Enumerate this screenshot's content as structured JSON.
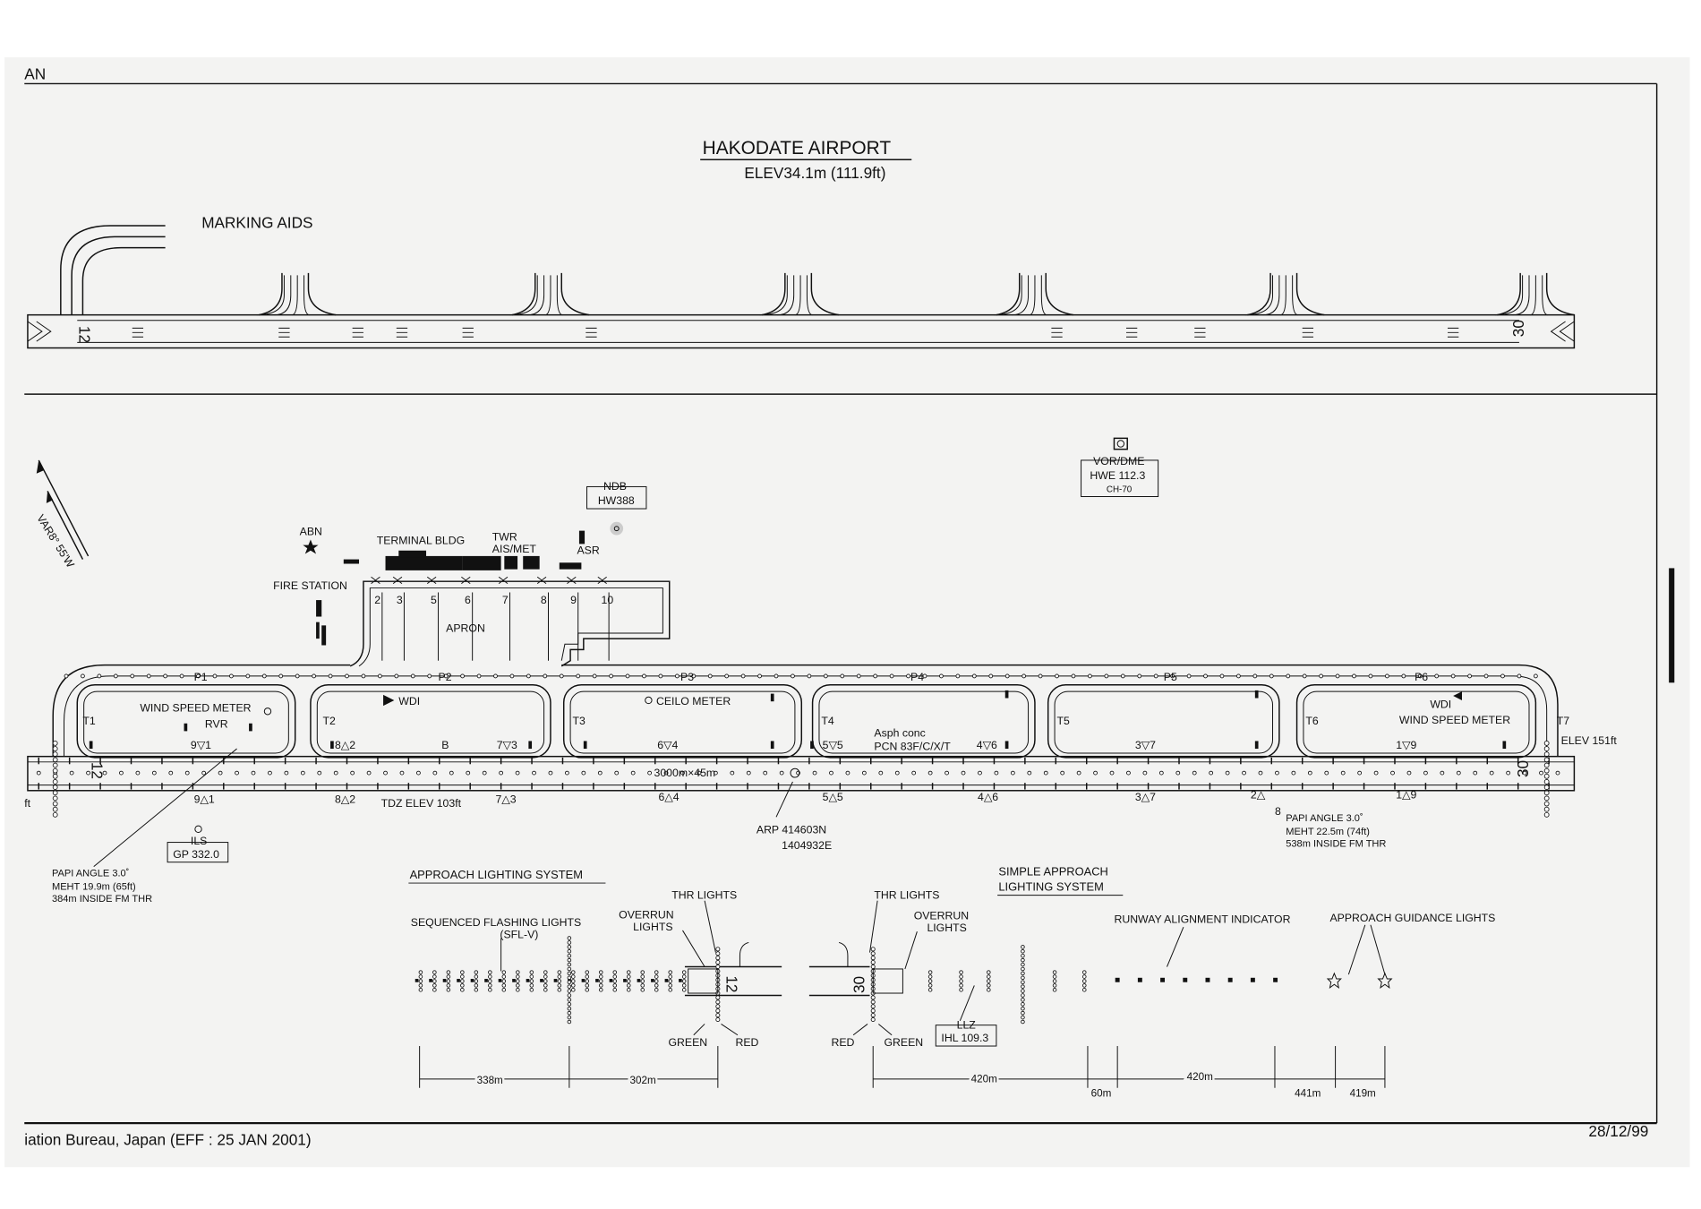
{
  "header": {
    "corner_text": "AN",
    "title": "HAKODATE AIRPORT",
    "elevation": "ELEV34.1m (111.9ft)",
    "marking_aids": "MARKING AIDS"
  },
  "marking_aids": {
    "rwy_12": "12",
    "rwy_30": "30"
  },
  "aerodrome": {
    "variation": "VAR8° 55'W",
    "ndb": {
      "title": "NDB",
      "ident": "HW388"
    },
    "vor_dme": {
      "title": "VOR/DME",
      "ident": "HWE 112.3",
      "channel": "CH-70"
    },
    "abn": "ABN",
    "terminal": "TERMINAL BLDG",
    "twr": "TWR",
    "ais_met": "AIS/MET",
    "asr": "ASR",
    "fire_station": "FIRE STATION",
    "apron": "APRON",
    "stands": [
      "2",
      "3",
      "5",
      "6",
      "7",
      "8",
      "9",
      "10"
    ],
    "taxiways_p": [
      "P1",
      "P2",
      "P3",
      "P4",
      "P5",
      "P6"
    ],
    "taxiways_t": [
      "T1",
      "T2",
      "T3",
      "T4",
      "T5",
      "T6",
      "T7"
    ],
    "wind_speed_meter_w": "WIND SPEED METER",
    "rvr": "RVR",
    "wdi_w": "WDI",
    "ceilo_meter": "CEILO METER",
    "wdi_e": "WDI",
    "wind_speed_meter_e": "WIND SPEED METER",
    "markers_top": [
      "9▽1",
      "8△2",
      "B",
      "7▽3",
      "6▽4",
      "5▽5",
      "4▽6",
      "3▽7",
      "1▽9"
    ],
    "markers_bottom": [
      "9△1",
      "8△2",
      "7△3",
      "6△4",
      "5△5",
      "4△6",
      "3△7",
      "2△",
      "8",
      "1△9"
    ],
    "tdz_elev": "TDZ ELEV 103ft",
    "runway_dims": "3000m×45m",
    "surface": "Asph conc",
    "pcn": "PCN 83F/C/X/T",
    "elev_30": "ELEV 151ft",
    "rwy_12": "12",
    "rwy_30": "30",
    "ft": "ft",
    "arp_lat": "ARP 414603N",
    "arp_lon": "1404932E",
    "ils": {
      "title": "ILS",
      "gp": "GP 332.0"
    },
    "papi_12": [
      "PAPI ANGLE 3.0˚",
      "MEHT 19.9m (65ft)",
      "384m INSIDE FM THR"
    ],
    "papi_30": [
      "PAPI ANGLE 3.0˚",
      "MEHT 22.5m (74ft)",
      "538m INSIDE FM THR"
    ]
  },
  "lighting": {
    "als_title": "APPROACH LIGHTING SYSTEM",
    "sals_title": [
      "SIMPLE APPROACH",
      "LIGHTING SYSTEM"
    ],
    "sfl": [
      "SEQUENCED FLASHING LIGHTS",
      "(SFL-V)"
    ],
    "overrun": [
      "OVERRUN",
      "LIGHTS"
    ],
    "thr": "THR LIGHTS",
    "green": "GREEN",
    "red": "RED",
    "rwy_12": "12",
    "rwy_30": "30",
    "rai": "RUNWAY ALIGNMENT INDICATOR",
    "agl": "APPROACH GUIDANCE LIGHTS",
    "llz": {
      "title": "LLZ",
      "ident": "IHL 109.3"
    },
    "dims": [
      "338m",
      "302m",
      "420m",
      "60m",
      "420m",
      "441m",
      "419m"
    ]
  },
  "footer": {
    "publisher": "iation Bureau, Japan (EFF : 25 JAN 2001)",
    "date": "28/12/99"
  }
}
